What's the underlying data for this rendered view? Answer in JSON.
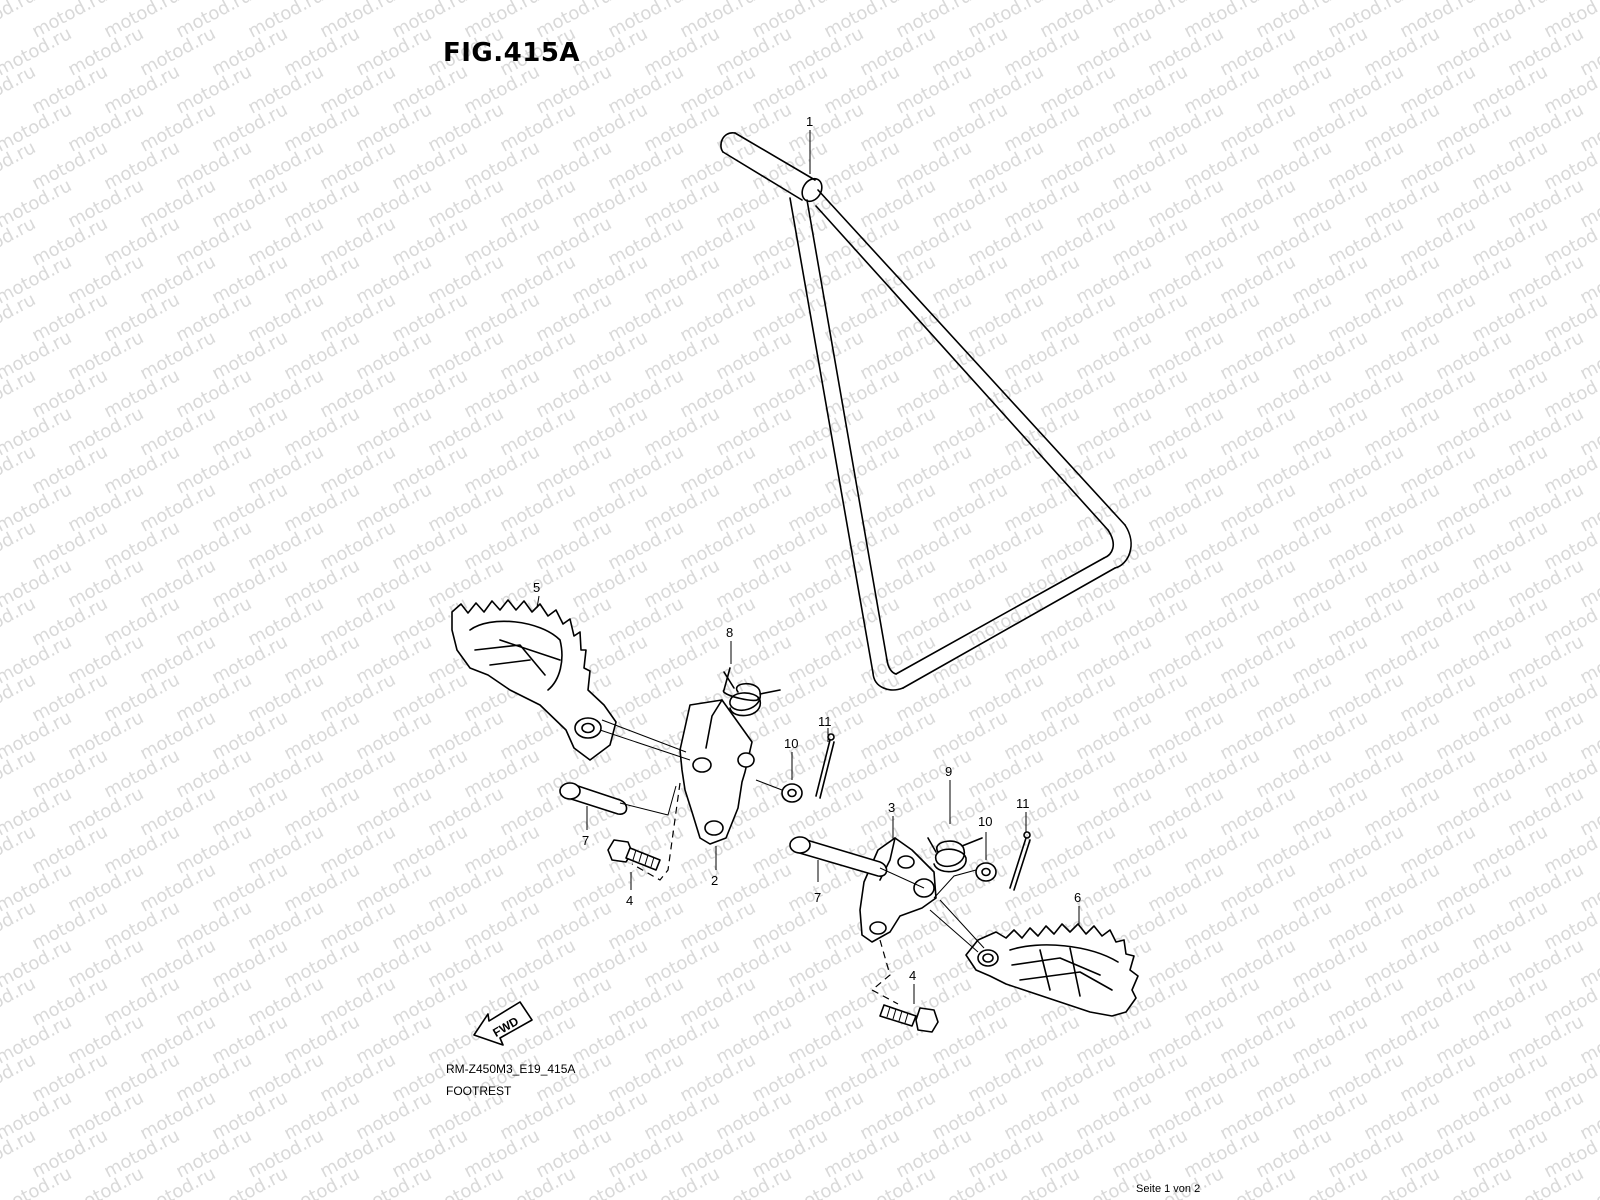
{
  "figure": {
    "title": "FIG.415A",
    "model_code": "RM-Z450M3_E19_415A",
    "section_name": "FOOTREST",
    "page_indicator": "Seite 1 von 2"
  },
  "watermark_text": "motod.ru",
  "direction_badge": "FWD",
  "callouts": {
    "c1": "1",
    "c2": "2",
    "c3": "3",
    "c4a": "4",
    "c4b": "4",
    "c5": "5",
    "c6": "6",
    "c7a": "7",
    "c7b": "7",
    "c8": "8",
    "c9": "9",
    "c10a": "10",
    "c10b": "10",
    "c11a": "11",
    "c11b": "11"
  }
}
